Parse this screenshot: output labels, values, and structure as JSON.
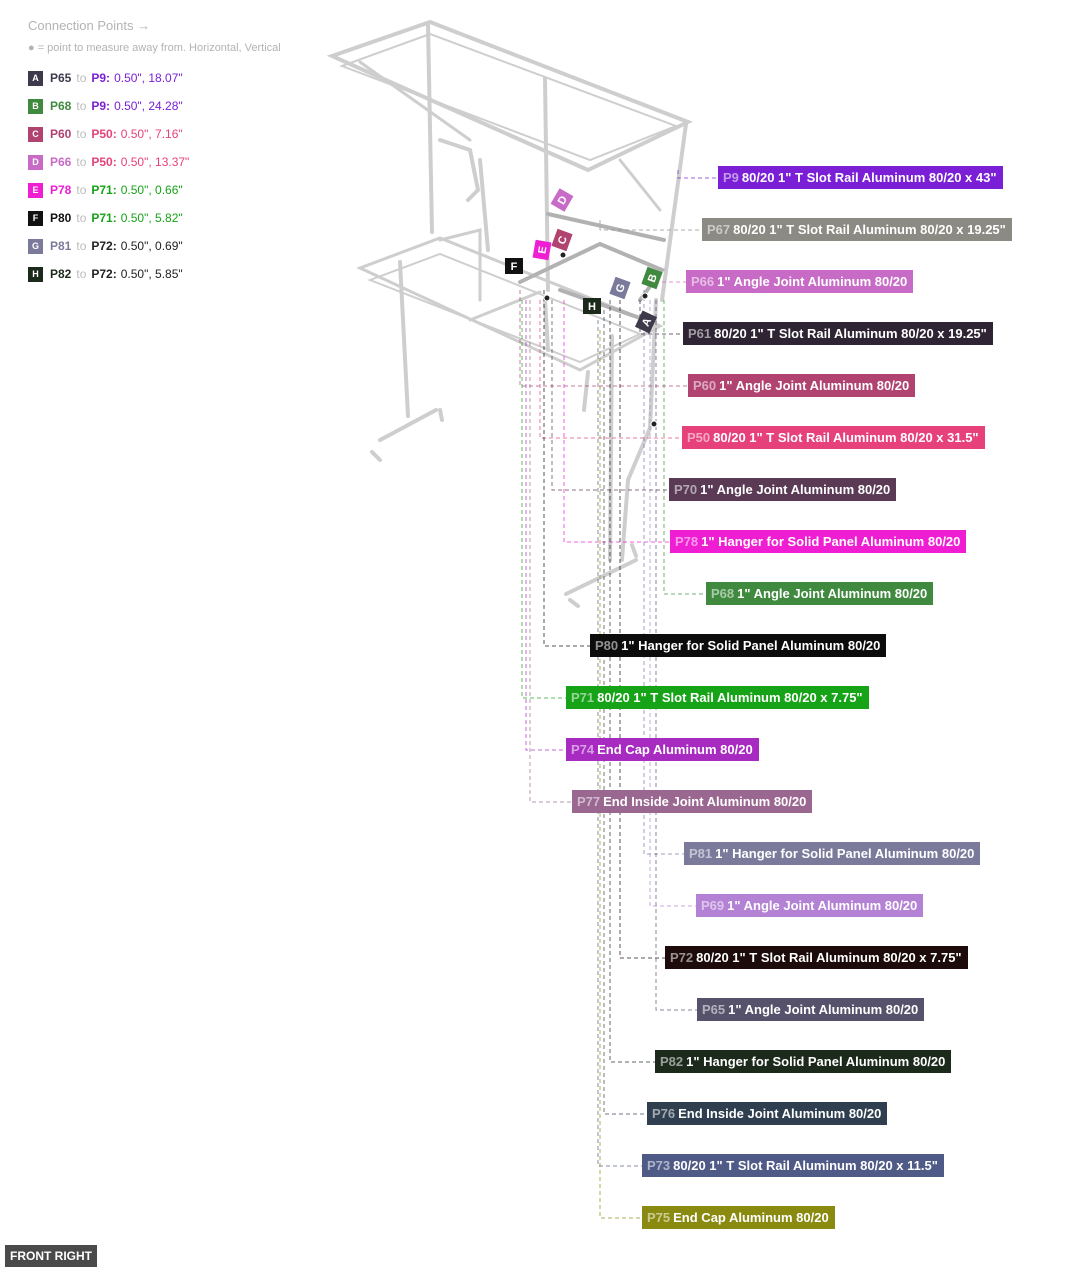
{
  "legend": {
    "title": "Connection Points →",
    "hint": "● = point to measure away from. Horizontal, Vertical",
    "rows": [
      {
        "letter": "A",
        "color": "#3e3a4c",
        "from": "P65",
        "to_label": "to",
        "to": "P9:",
        "value": "0.50\", 18.07\"",
        "accent": "#7a1fd6"
      },
      {
        "letter": "B",
        "color": "#3f8a3f",
        "from": "P68",
        "to_label": "to",
        "to": "P9:",
        "value": "0.50\", 24.28\"",
        "accent": "#7a1fd6"
      },
      {
        "letter": "C",
        "color": "#b0436f",
        "from": "P60",
        "to_label": "to",
        "to": "P50:",
        "value": "0.50\", 7.16\"",
        "accent": "#e6417a"
      },
      {
        "letter": "D",
        "color": "#c76bc6",
        "from": "P66",
        "to_label": "to",
        "to": "P50:",
        "value": "0.50\", 13.37\"",
        "accent": "#e6417a"
      },
      {
        "letter": "E",
        "color": "#ef1ed3",
        "from": "P78",
        "to_label": "to",
        "to": "P71:",
        "value": "0.50\", 0.66\"",
        "accent": "#17a317"
      },
      {
        "letter": "F",
        "color": "#111111",
        "from": "P80",
        "to_label": "to",
        "to": "P71:",
        "value": "0.50\", 5.82\"",
        "accent": "#17a317"
      },
      {
        "letter": "G",
        "color": "#7b7a9b",
        "from": "P81",
        "to_label": "to",
        "to": "P72:",
        "value": "0.50\", 0.69\"",
        "accent": "#222222"
      },
      {
        "letter": "H",
        "color": "#1c2a1c",
        "from": "P82",
        "to_label": "to",
        "to": "P72:",
        "value": "0.50\", 5.85\"",
        "accent": "#222222"
      }
    ]
  },
  "parts": [
    {
      "id": "P9",
      "name": "80/20 1\" T Slot Rail Aluminum 80/20 x 43\"",
      "color": "#7a1fd6"
    },
    {
      "id": "P67",
      "name": "80/20 1\" T Slot Rail Aluminum 80/20 x 19.25\"",
      "color": "#8b8b83"
    },
    {
      "id": "P66",
      "name": "1\" Angle Joint Aluminum 80/20",
      "color": "#c76bc6"
    },
    {
      "id": "P61",
      "name": "80/20 1\" T Slot Rail Aluminum 80/20 x 19.25\"",
      "color": "#2e2433"
    },
    {
      "id": "P60",
      "name": "1\" Angle Joint Aluminum 80/20",
      "color": "#b0436f"
    },
    {
      "id": "P50",
      "name": "80/20 1\" T Slot Rail Aluminum 80/20 x 31.5\"",
      "color": "#e6417a"
    },
    {
      "id": "P70",
      "name": "1\" Angle Joint Aluminum 80/20",
      "color": "#5a3a55"
    },
    {
      "id": "P78",
      "name": "1\" Hanger for Solid Panel Aluminum 80/20",
      "color": "#ef1ed3"
    },
    {
      "id": "P68",
      "name": "1\" Angle Joint Aluminum 80/20",
      "color": "#3f8a3f"
    },
    {
      "id": "P80",
      "name": "1\" Hanger for Solid Panel Aluminum 80/20",
      "color": "#0c0c0c"
    },
    {
      "id": "P71",
      "name": "80/20 1\" T Slot Rail Aluminum 80/20 x 7.75\"",
      "color": "#17a317"
    },
    {
      "id": "P74",
      "name": "End Cap Aluminum 80/20",
      "color": "#a82bc1"
    },
    {
      "id": "P77",
      "name": "End Inside Joint  Aluminum 80/20",
      "color": "#9a6791"
    },
    {
      "id": "P81",
      "name": "1\" Hanger for Solid Panel Aluminum 80/20",
      "color": "#7b7a9b"
    },
    {
      "id": "P69",
      "name": "1\" Angle Joint Aluminum 80/20",
      "color": "#b482d4"
    },
    {
      "id": "P72",
      "name": "80/20 1\" T Slot Rail Aluminum 80/20 x 7.75\"",
      "color": "#1d0a0a"
    },
    {
      "id": "P65",
      "name": "1\" Angle Joint Aluminum 80/20",
      "color": "#57526b"
    },
    {
      "id": "P82",
      "name": "1\" Hanger for Solid Panel Aluminum 80/20",
      "color": "#1c2a1c"
    },
    {
      "id": "P76",
      "name": "End Inside Joint  Aluminum 80/20",
      "color": "#2f3f4f"
    },
    {
      "id": "P73",
      "name": "80/20 1\" T Slot Rail Aluminum 80/20 x 11.5\"",
      "color": "#4f5a86"
    },
    {
      "id": "P75",
      "name": "End Cap Aluminum 80/20",
      "color": "#8a8a10"
    }
  ],
  "markers": [
    {
      "letter": "D",
      "color": "#c76bc6"
    },
    {
      "letter": "C",
      "color": "#b0436f"
    },
    {
      "letter": "E",
      "color": "#ef1ed3"
    },
    {
      "letter": "F",
      "color": "#111111"
    },
    {
      "letter": "B",
      "color": "#3f8a3f"
    },
    {
      "letter": "G",
      "color": "#7b7a9b"
    },
    {
      "letter": "H",
      "color": "#1c2a1c"
    },
    {
      "letter": "A",
      "color": "#3e3a4c"
    }
  ],
  "view": {
    "label": "FRONT RIGHT"
  }
}
